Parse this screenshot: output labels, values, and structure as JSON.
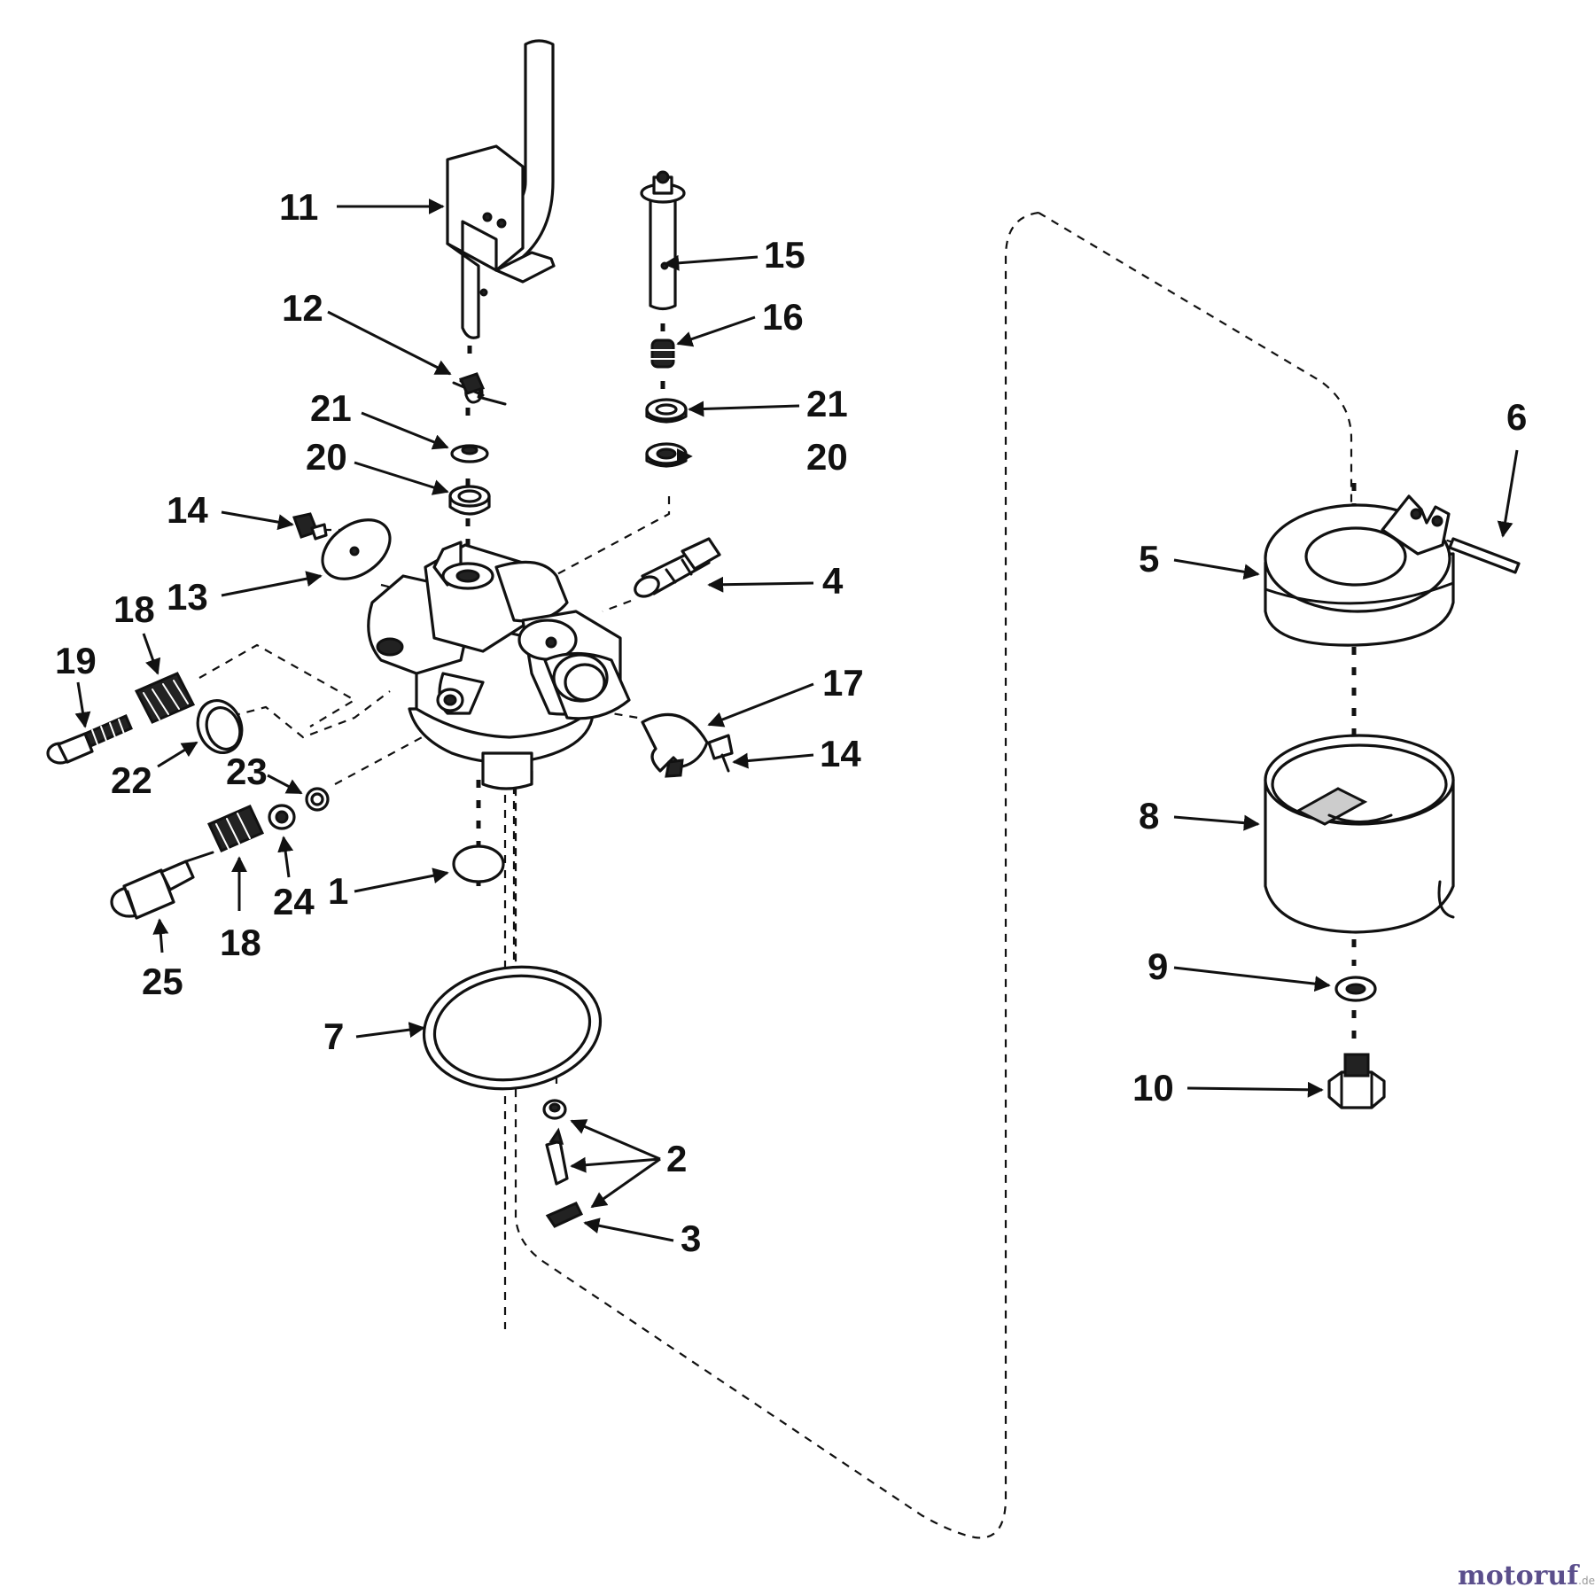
{
  "callouts": [
    {
      "id": "11",
      "text": "11"
    },
    {
      "id": "15",
      "text": "15"
    },
    {
      "id": "12",
      "text": "12"
    },
    {
      "id": "16",
      "text": "16"
    },
    {
      "id": "21a",
      "text": "21"
    },
    {
      "id": "21b",
      "text": "21"
    },
    {
      "id": "20a",
      "text": "20"
    },
    {
      "id": "20b",
      "text": "20"
    },
    {
      "id": "14a",
      "text": "14"
    },
    {
      "id": "13",
      "text": "13"
    },
    {
      "id": "4",
      "text": "4"
    },
    {
      "id": "18a",
      "text": "18"
    },
    {
      "id": "19",
      "text": "19"
    },
    {
      "id": "17",
      "text": "17"
    },
    {
      "id": "22",
      "text": "22"
    },
    {
      "id": "23",
      "text": "23"
    },
    {
      "id": "14b",
      "text": "14"
    },
    {
      "id": "24",
      "text": "24"
    },
    {
      "id": "1",
      "text": "1"
    },
    {
      "id": "18b",
      "text": "18"
    },
    {
      "id": "25",
      "text": "25"
    },
    {
      "id": "7",
      "text": "7"
    },
    {
      "id": "2",
      "text": "2"
    },
    {
      "id": "3",
      "text": "3"
    },
    {
      "id": "6",
      "text": "6"
    },
    {
      "id": "5",
      "text": "5"
    },
    {
      "id": "8",
      "text": "8"
    },
    {
      "id": "9",
      "text": "9"
    },
    {
      "id": "10",
      "text": "10"
    }
  ],
  "watermark": {
    "main": "motoruf",
    "suffix": ".de"
  }
}
